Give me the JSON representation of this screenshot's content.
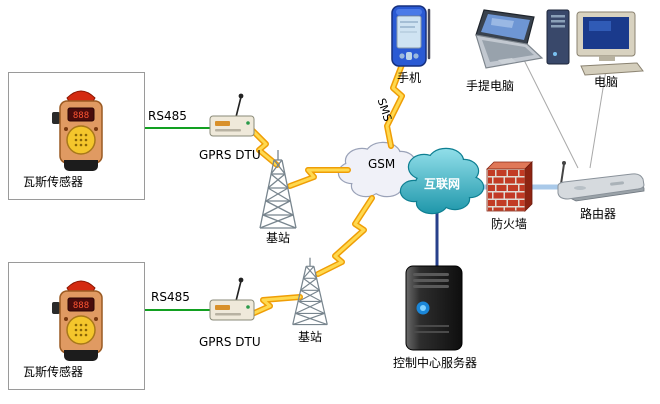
{
  "nodes": {
    "sensor_top": {
      "label": "瓦斯传感器"
    },
    "sensor_bottom": {
      "label": "瓦斯传感器"
    },
    "dtu_top": {
      "label": "GPRS DTU"
    },
    "dtu_bottom": {
      "label": "GPRS DTU"
    },
    "base_station_top": {
      "label": "基站"
    },
    "base_station_bottom": {
      "label": "基站"
    },
    "gsm_cloud": {
      "label": "GSM"
    },
    "internet_cloud": {
      "label": "互联网"
    },
    "firewall": {
      "label": "防火墙"
    },
    "router": {
      "label": "路由器"
    },
    "mobile_phone": {
      "label": "手机"
    },
    "laptop": {
      "label": "手提电脑"
    },
    "desktop_pc": {
      "label": "电脑"
    },
    "control_server": {
      "label": "控制中心服务器"
    }
  },
  "links": {
    "rs485_top": {
      "label": "RS485"
    },
    "rs485_bottom": {
      "label": "RS485"
    },
    "sms": {
      "label": "SMS"
    }
  },
  "colors": {
    "rs485_line": "#12a021",
    "lightning_fill": "#ffd94f",
    "lightning_edge": "#ef9e06",
    "lan_line": "#a9c9e9",
    "server_line": "#27408b",
    "pc_link_line": "#a8a8a8",
    "gsm_cloud_fill": "#f0f1f8",
    "gsm_cloud_edge": "#9aa2b8",
    "internet_cloud_top": "#8fdde8",
    "internet_cloud_bottom": "#1792a6",
    "internet_cloud_edge": "#0e7f92",
    "firewall_brick": "#c23a24"
  }
}
